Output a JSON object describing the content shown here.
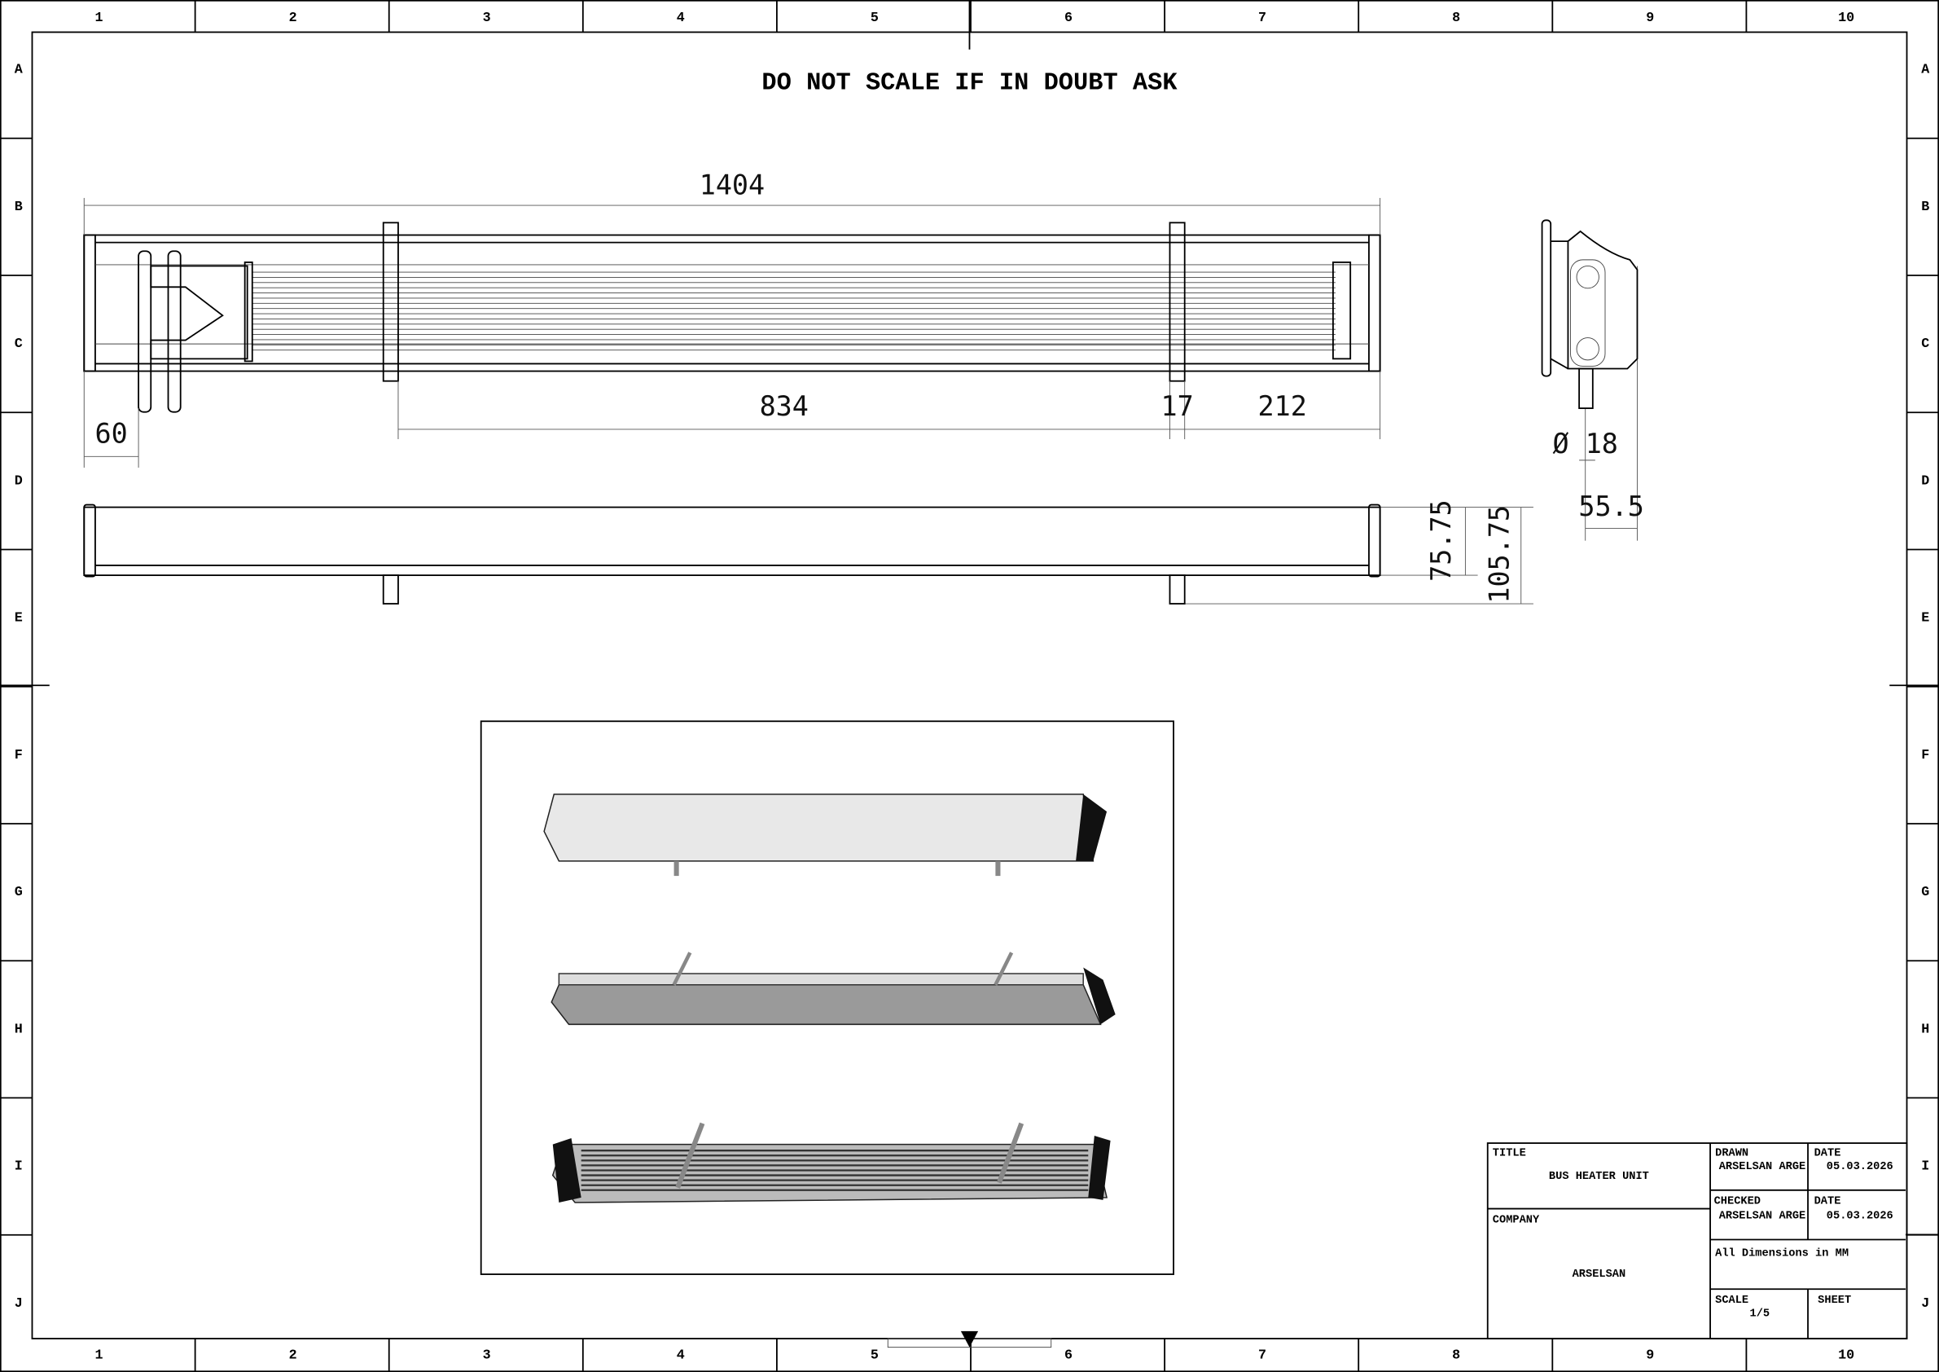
{
  "note": "DO NOT SCALE  IF IN DOUBT ASK",
  "columns": [
    "1",
    "2",
    "3",
    "4",
    "5",
    "6",
    "7",
    "8",
    "9",
    "10"
  ],
  "rows": [
    "A",
    "B",
    "C",
    "D",
    "E",
    "F",
    "G",
    "H",
    "I",
    "J"
  ],
  "dimensions": {
    "overall_length": "1404",
    "left_offset": "60",
    "bracket_spacing": "834",
    "bracket_width": "17",
    "right_offset": "212",
    "height_body": "75.75",
    "height_total": "105.75",
    "pipe_diameter": "Ø 18",
    "depth": "55.5"
  },
  "title_block": {
    "title_label": "TITLE",
    "title": "BUS HEATER UNIT",
    "company_label": "COMPANY",
    "company": "ARSELSAN",
    "drawn_label": "DRAWN",
    "drawn_by": "ARSELSAN ARGE",
    "drawn_date_label": "DATE",
    "drawn_date": "05.03.2026",
    "checked_label": "CHECKED",
    "checked_by": "ARSELSAN ARGE",
    "checked_date_label": "DATE",
    "checked_date": "05.03.2026",
    "units_note": "All Dimensions in MM",
    "scale_label": "SCALE",
    "scale": "1/5",
    "sheet_label": "SHEET"
  }
}
